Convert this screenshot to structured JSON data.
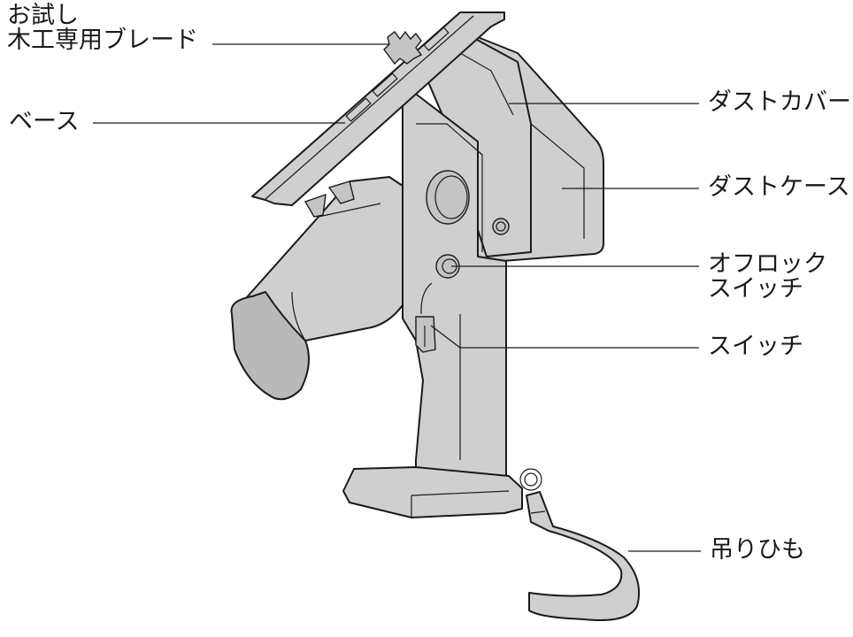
{
  "labels": {
    "blade": "お試し\n木工専用ブレード",
    "base": "ベース",
    "dust_cover": "ダストカバー",
    "dust_case": "ダストケース",
    "off_lock_switch": "オフロック\nスイッチ",
    "switch": "スイッチ",
    "strap": "吊りひも"
  },
  "colors": {
    "body": "#cfcfcf",
    "outline": "#1a1a1a"
  }
}
